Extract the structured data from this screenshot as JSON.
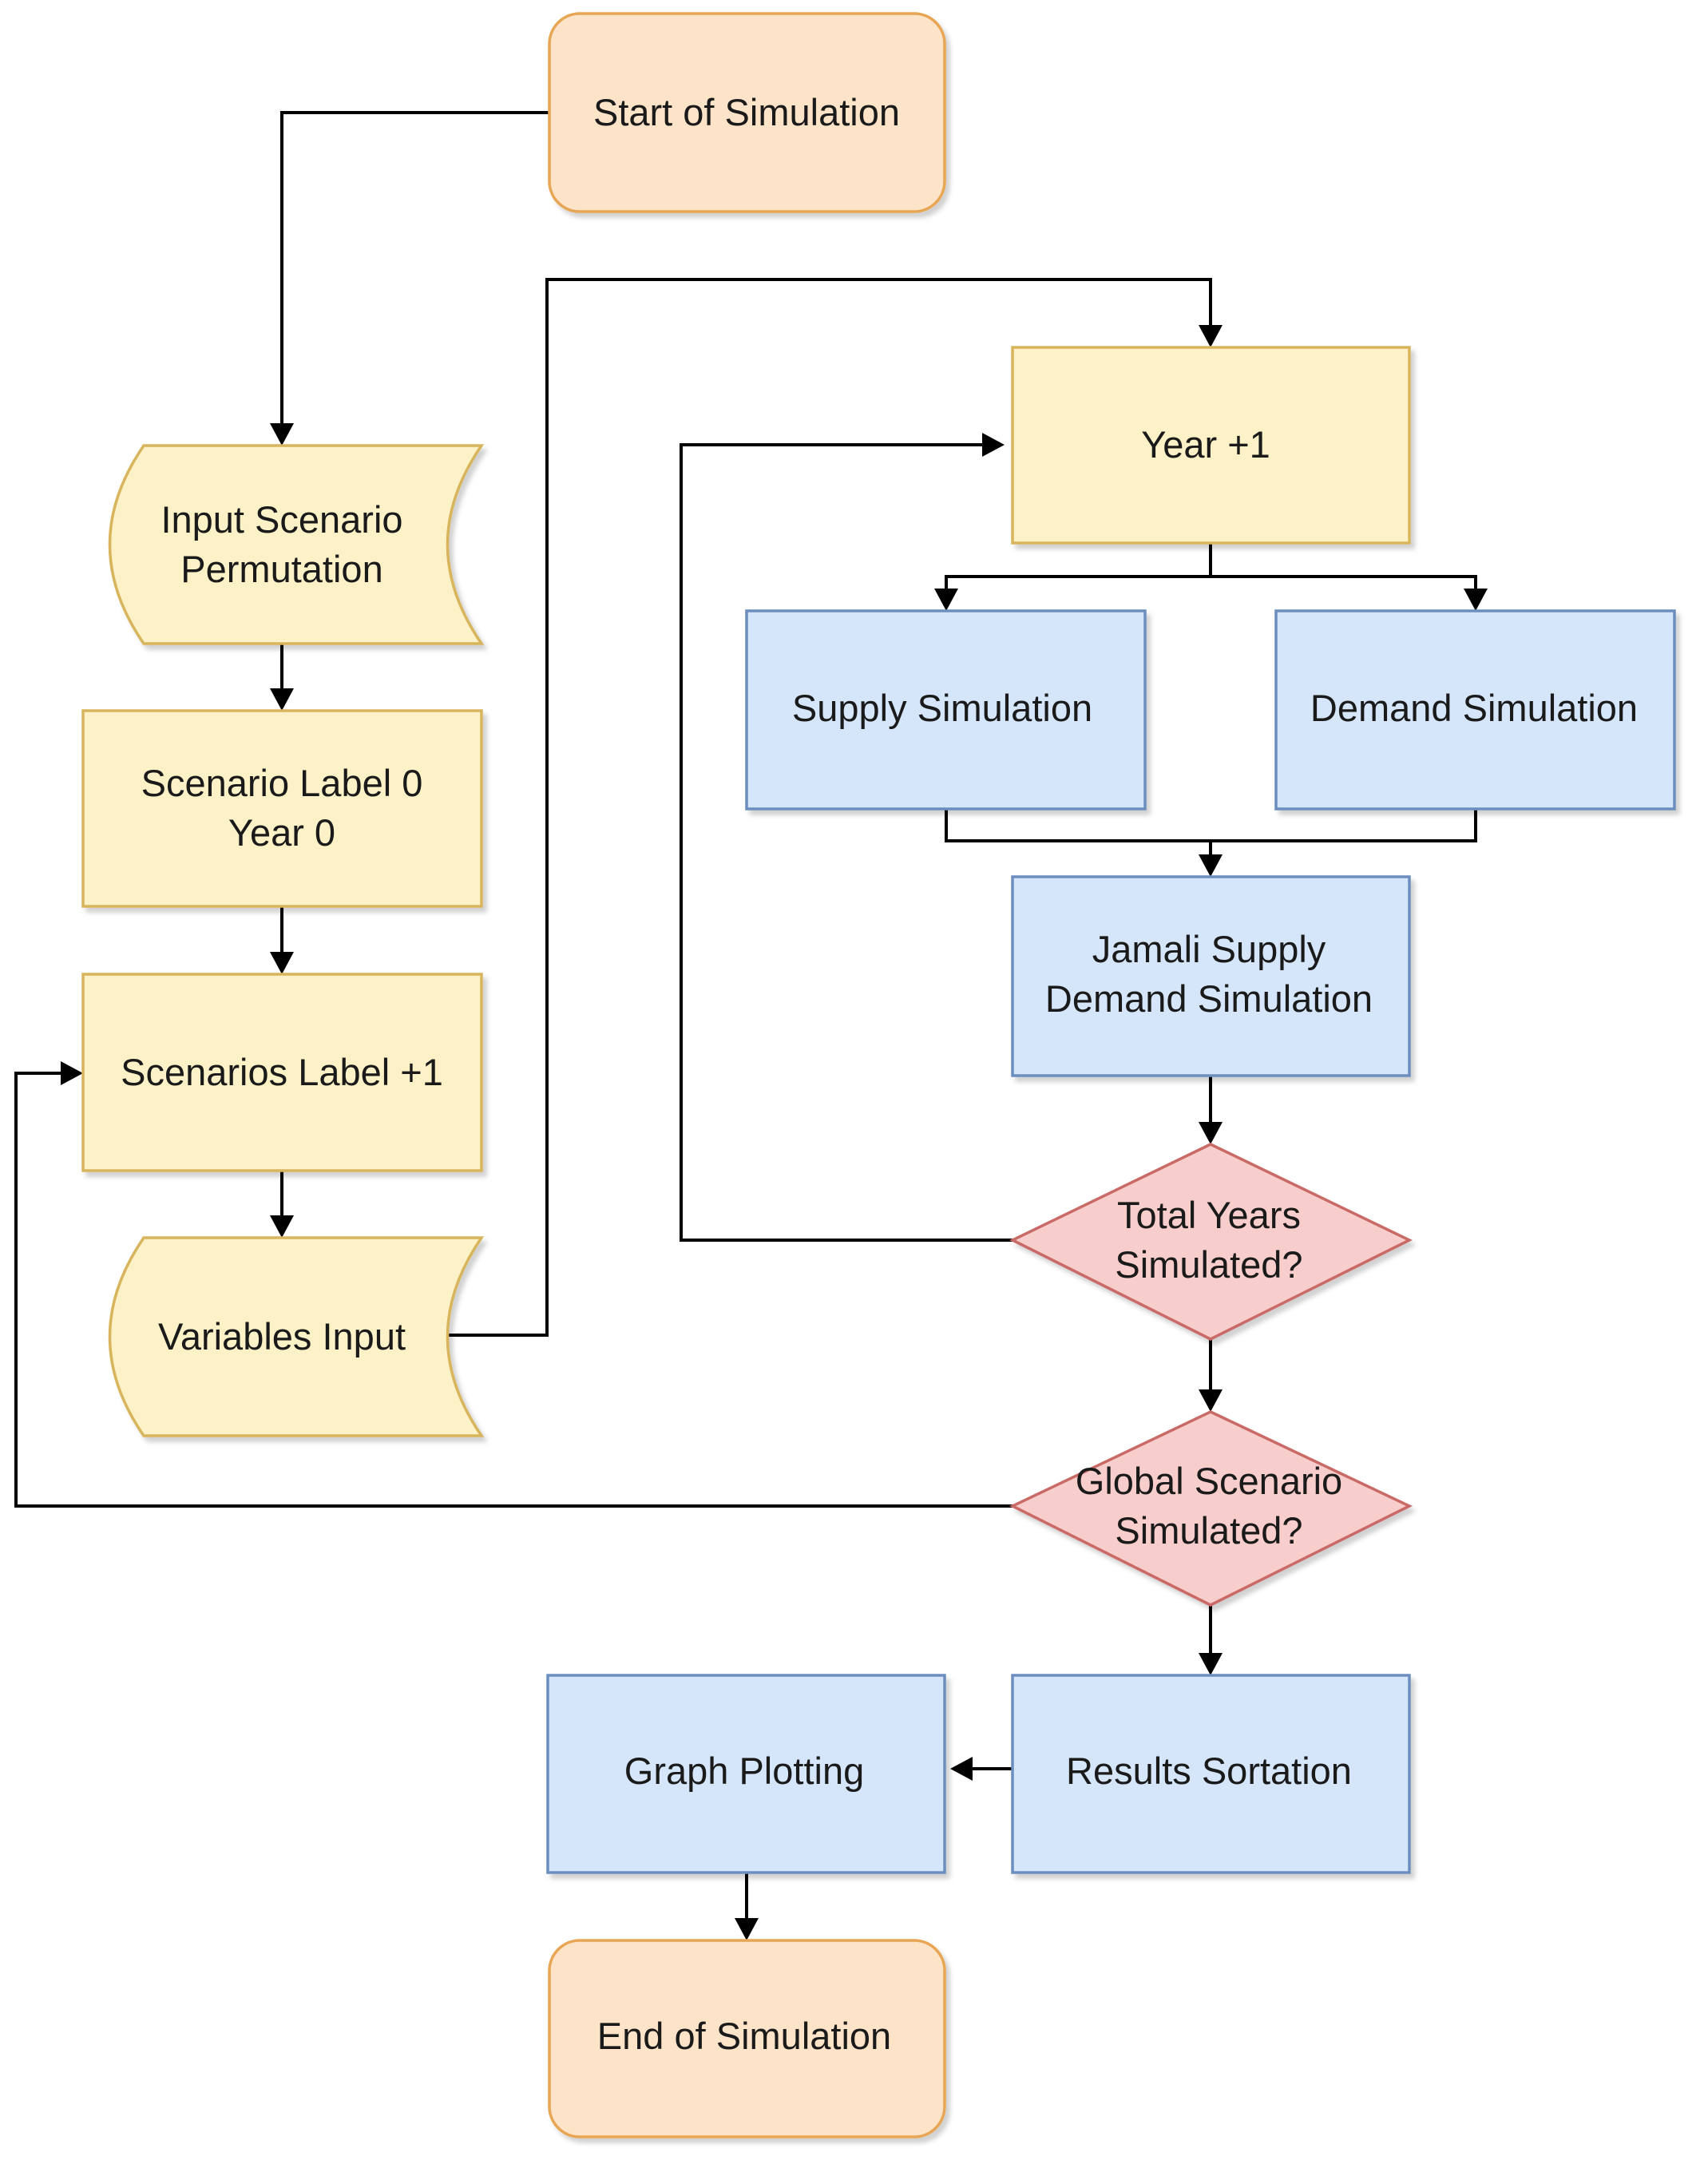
{
  "colors": {
    "terminal_fill": "#fde3c8",
    "terminal_stroke": "#e8a553",
    "yellow_fill": "#fdf1c7",
    "yellow_stroke": "#d8b55c",
    "blue_fill": "#d6e6fa",
    "blue_stroke": "#6c8ebf",
    "red_fill": "#f8cecc",
    "red_stroke": "#c96a66",
    "line": "#000000"
  },
  "nodes": {
    "start": {
      "lines": [
        "Start of Simulation"
      ],
      "shape": "terminal"
    },
    "input_perm": {
      "lines": [
        "Input Scenario",
        "Permutation"
      ],
      "shape": "stored-data"
    },
    "label0": {
      "lines": [
        "Scenario Label 0",
        "Year 0"
      ],
      "shape": "process"
    },
    "label_plus": {
      "lines": [
        "Scenarios Label +1"
      ],
      "shape": "process"
    },
    "vars_input": {
      "lines": [
        "Variables Input"
      ],
      "shape": "stored-data"
    },
    "year_plus": {
      "lines": [
        "Year +1"
      ],
      "shape": "process"
    },
    "supply": {
      "lines": [
        "Supply Simulation"
      ],
      "shape": "process"
    },
    "demand": {
      "lines": [
        "Demand Simulation"
      ],
      "shape": "process"
    },
    "jamali": {
      "lines": [
        "Jamali Supply",
        "Demand Simulation"
      ],
      "shape": "process"
    },
    "total_years": {
      "lines": [
        "Total Years",
        "Simulated?"
      ],
      "shape": "decision"
    },
    "global": {
      "lines": [
        "Global Scenario",
        "Simulated?"
      ],
      "shape": "decision"
    },
    "results": {
      "lines": [
        "Results Sortation"
      ],
      "shape": "process"
    },
    "graph": {
      "lines": [
        "Graph Plotting"
      ],
      "shape": "process"
    },
    "end": {
      "lines": [
        "End of Simulation"
      ],
      "shape": "terminal"
    }
  },
  "edges": [
    {
      "from": "start",
      "to": "input_perm"
    },
    {
      "from": "input_perm",
      "to": "label0"
    },
    {
      "from": "label0",
      "to": "label_plus"
    },
    {
      "from": "label_plus",
      "to": "vars_input"
    },
    {
      "from": "vars_input",
      "to": "year_plus"
    },
    {
      "from": "year_plus",
      "to": "supply"
    },
    {
      "from": "year_plus",
      "to": "demand"
    },
    {
      "from": "supply",
      "to": "jamali"
    },
    {
      "from": "demand",
      "to": "jamali"
    },
    {
      "from": "jamali",
      "to": "total_years"
    },
    {
      "from": "total_years",
      "to": "year_plus"
    },
    {
      "from": "total_years",
      "to": "global"
    },
    {
      "from": "global",
      "to": "label_plus"
    },
    {
      "from": "global",
      "to": "results"
    },
    {
      "from": "results",
      "to": "graph"
    },
    {
      "from": "graph",
      "to": "end"
    }
  ]
}
